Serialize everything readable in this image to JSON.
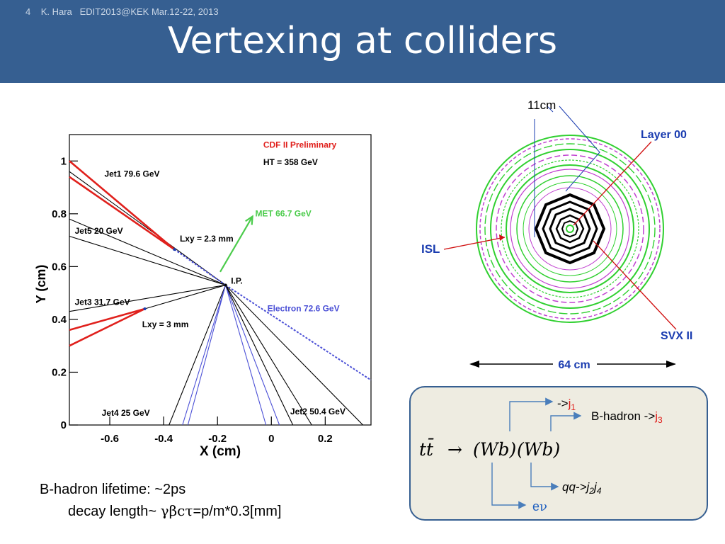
{
  "header": {
    "slide_number": "4",
    "meta": "K. Hara   EDIT2013@KEK Mar.12-22, 2013",
    "title": "Vertexing at colliders"
  },
  "chart_data": {
    "type": "line",
    "title": "",
    "xlabel": "X (cm)",
    "ylabel": "Y (cm)",
    "xlim": [
      -0.75,
      0.37
    ],
    "ylim": [
      0,
      1.1
    ],
    "x_ticks": [
      "-0.6",
      "-0.4",
      "-0.2",
      "0",
      "0.2"
    ],
    "y_ticks": [
      "0",
      "0.2",
      "0.4",
      "0.6",
      "0.8",
      "1"
    ],
    "ip": {
      "x": -0.17,
      "y": 0.53,
      "label": "I.P."
    },
    "secondary_vertices": [
      {
        "x": -0.36,
        "y": 0.665
      },
      {
        "x": -0.47,
        "y": 0.44
      }
    ],
    "series": [
      {
        "name": "Jet1 79.6 GeV",
        "color": "#000000",
        "points": [
          [
            -0.75,
            0.96
          ],
          [
            -0.17,
            0.53
          ]
        ]
      },
      {
        "name": "Jet1 79.6 GeV",
        "color": "#000000",
        "points": [
          [
            -0.75,
            1.0
          ],
          [
            -0.36,
            0.665
          ]
        ]
      },
      {
        "name": "Jet1 79.6 GeV",
        "color": "#e0201c",
        "points": [
          [
            -0.75,
            1.0
          ],
          [
            -0.36,
            0.665
          ]
        ]
      },
      {
        "name": "Jet1 79.6 GeV",
        "color": "#e0201c",
        "points": [
          [
            -0.75,
            0.94
          ],
          [
            -0.36,
            0.665
          ]
        ]
      },
      {
        "name": "Jet5 20 GeV",
        "color": "#000000",
        "points": [
          [
            -0.75,
            0.78
          ],
          [
            -0.17,
            0.53
          ]
        ]
      },
      {
        "name": "Jet5 20 GeV",
        "color": "#000000",
        "points": [
          [
            -0.75,
            0.715
          ],
          [
            -0.17,
            0.53
          ]
        ]
      },
      {
        "name": "Jet3 31.7 GeV",
        "color": "#000000",
        "points": [
          [
            -0.75,
            0.43
          ],
          [
            -0.17,
            0.53
          ]
        ]
      },
      {
        "name": "Jet3 31.7 GeV",
        "color": "#e0201c",
        "points": [
          [
            -0.75,
            0.36
          ],
          [
            -0.47,
            0.44
          ]
        ]
      },
      {
        "name": "Jet3 31.7 GeV",
        "color": "#e0201c",
        "points": [
          [
            -0.75,
            0.3
          ],
          [
            -0.47,
            0.44
          ]
        ]
      },
      {
        "name": "Jet3 31.7 GeV",
        "color": "#000000",
        "points": [
          [
            -0.47,
            0.44
          ],
          [
            -0.17,
            0.53
          ]
        ]
      },
      {
        "name": "Jet4 25 GeV",
        "color": "#000000",
        "points": [
          [
            -0.17,
            0.53
          ],
          [
            -0.38,
            0
          ]
        ]
      },
      {
        "name": "Jet4 25 GeV",
        "color": "#4b50d6",
        "points": [
          [
            -0.17,
            0.53
          ],
          [
            -0.33,
            0
          ]
        ]
      },
      {
        "name": "Jet4 25 GeV",
        "color": "#4b50d6",
        "points": [
          [
            -0.17,
            0.53
          ],
          [
            -0.31,
            0
          ]
        ]
      },
      {
        "name": "Jet2 50.4 GeV",
        "color": "#4b50d6",
        "points": [
          [
            -0.17,
            0.53
          ],
          [
            -0.02,
            0
          ]
        ]
      },
      {
        "name": "Jet2 50.4 GeV",
        "color": "#4b50d6",
        "points": [
          [
            -0.17,
            0.53
          ],
          [
            0.03,
            0
          ]
        ]
      },
      {
        "name": "Jet2 50.4 GeV",
        "color": "#000000",
        "points": [
          [
            -0.17,
            0.53
          ],
          [
            0.08,
            0
          ]
        ]
      },
      {
        "name": "Jet2 50.4 GeV",
        "color": "#000000",
        "points": [
          [
            -0.17,
            0.53
          ],
          [
            0.15,
            0
          ]
        ]
      },
      {
        "name": "Jet2 50.4 GeV",
        "color": "#000000",
        "points": [
          [
            -0.17,
            0.53
          ],
          [
            0.34,
            0
          ]
        ]
      },
      {
        "name": "Electron 72.6 GeV",
        "color": "#4b50d6",
        "dashed": true,
        "points": [
          [
            -0.17,
            0.53
          ],
          [
            0.37,
            0.17
          ]
        ]
      },
      {
        "name": "Electron 72.6 GeV",
        "color": "#4b50d6",
        "dashed": true,
        "points": [
          [
            -0.36,
            0.665
          ],
          [
            -0.17,
            0.53
          ]
        ]
      }
    ],
    "met_arrow": {
      "from": [
        -0.19,
        0.58
      ],
      "to": [
        -0.07,
        0.79
      ],
      "color": "#4ccc4c"
    },
    "annotations": [
      {
        "text": "CDF II Preliminary",
        "x": -0.03,
        "y": 1.05,
        "color": "#e0201c"
      },
      {
        "text": "HT = 358 GeV",
        "x": -0.03,
        "y": 0.985,
        "color": "#000000"
      },
      {
        "text": "Jet1 79.6 GeV",
        "x": -0.62,
        "y": 0.94,
        "color": "#000000"
      },
      {
        "text": "MET 66.7 GeV",
        "x": -0.06,
        "y": 0.79,
        "color": "#4ccc4c"
      },
      {
        "text": "Jet5 20 GeV",
        "x": -0.73,
        "y": 0.725,
        "color": "#000000"
      },
      {
        "text": "Lxy = 2.3 mm",
        "x": -0.34,
        "y": 0.695,
        "color": "#000000"
      },
      {
        "text": "I.P.",
        "x": -0.15,
        "y": 0.535,
        "color": "#000000"
      },
      {
        "text": "Electron 72.6 GeV",
        "x": -0.015,
        "y": 0.43,
        "color": "#4b50d6"
      },
      {
        "text": "Jet3 31.7 GeV",
        "x": -0.73,
        "y": 0.455,
        "color": "#000000"
      },
      {
        "text": "Lxy = 3 mm",
        "x": -0.48,
        "y": 0.37,
        "color": "#000000"
      },
      {
        "text": "Jet4 25 GeV",
        "x": -0.63,
        "y": 0.035,
        "color": "#000000"
      },
      {
        "text": "Jet2 50.4 GeV",
        "x": 0.07,
        "y": 0.04,
        "color": "#000000"
      }
    ]
  },
  "detector": {
    "scale_label": "11cm",
    "layer00": "Layer 00",
    "isl": "ISL",
    "svx": "SVX II",
    "width_label": "64 cm",
    "colors": {
      "outer": "#30d030",
      "magenta": "#c040d0",
      "inner": "#000000",
      "label": "#1a3cb0",
      "pointer": "#d01010"
    }
  },
  "feynman": {
    "tt": "tt̄",
    "arrow": "→",
    "wb1": "(Wb)",
    "wb2": "(Wb)",
    "top_arrow_text": "->",
    "j1": "j",
    "j1_sub": "1",
    "b_hadron": "B-hadron ->",
    "j3": "j",
    "j3_sub": "3",
    "qq": "qq->j",
    "qq_sub2": "2",
    "qq_j4": "j",
    "qq_sub4": "4",
    "ev_e": "e",
    "ev_nu": "ν",
    "colors": {
      "red": "#e0201c",
      "arrow": "#4a7ebb",
      "ev": "#2060c0"
    }
  },
  "notes": {
    "line1": "B-hadron lifetime: ~2ps",
    "line2_prefix": "decay length~ ",
    "line2_symbols": "γβcτ",
    "line2_suffix": "=p/m*0.3[mm]"
  }
}
